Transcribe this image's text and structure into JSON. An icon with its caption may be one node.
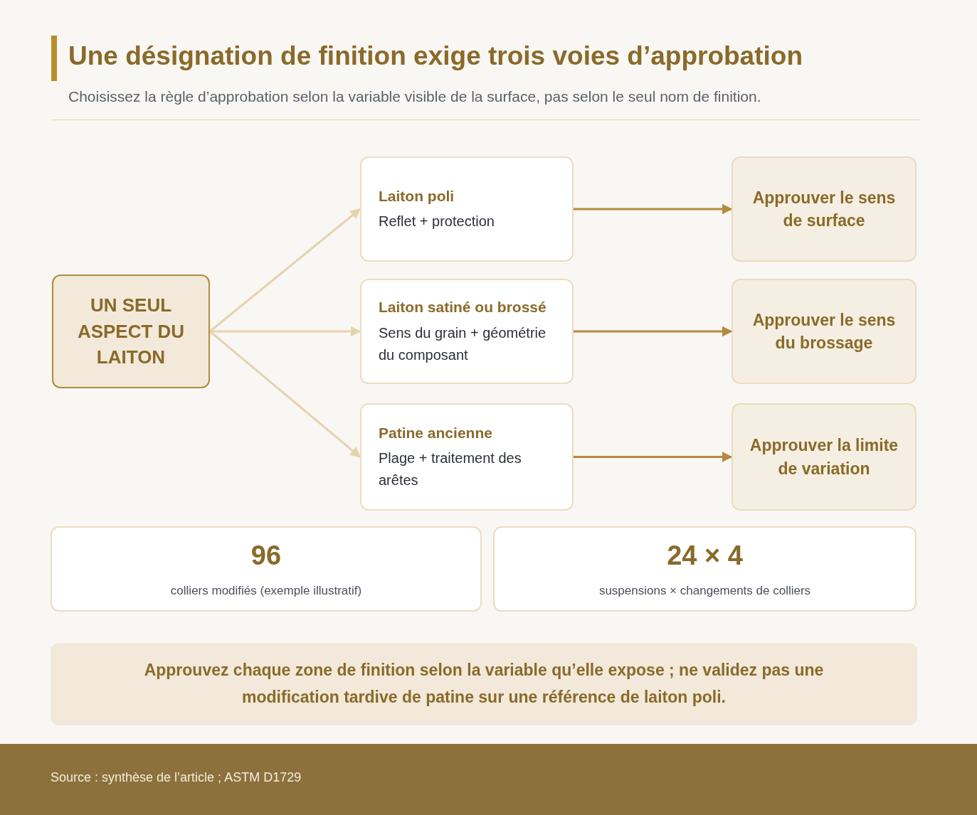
{
  "diagram": {
    "title": "Une désignation de finition exige trois voies d’approbation",
    "nodes": [
      {
        "text": [
          "UN SEUL ASPECT DU LAITON"
        ]
      },
      {
        "text": [
          "Laiton poli",
          "Reflet + protection"
        ]
      },
      {
        "text": [
          "Laiton satiné ou brossé",
          "Sens du grain + géométrie du composant"
        ]
      },
      {
        "text": [
          "Patine ancienne",
          "Plage + traitement des arêtes"
        ]
      },
      {
        "text": [
          "Approuver le sens de surface"
        ]
      },
      {
        "text": [
          "Approuver le sens du brossage"
        ]
      },
      {
        "text": [
          "Approuver la limite de variation"
        ]
      },
      {
        "text": [
          "96",
          "colliers modifiés (exemple illustratif)"
        ]
      },
      {
        "text": [
          "24 × 4",
          "suspensions × changements de colliers"
        ]
      },
      {
        "text": [
          "Approuvez chaque zone de finition selon la variable qu’elle expose ; ne validez pas une modification tardive de patine sur une référence de laiton poli."
        ]
      }
    ],
    "edges": [
      {
        "from": 0,
        "to": 1,
        "arrow": "to",
        "color": "#e6d3ae"
      },
      {
        "from": 0,
        "to": 2,
        "arrow": "to",
        "color": "#e6d3ae"
      },
      {
        "from": 0,
        "to": 3,
        "arrow": "to",
        "color": "#e6d3ae"
      },
      {
        "from": 1,
        "to": 4,
        "arrow": "to",
        "color": "#b48a3c"
      },
      {
        "from": 2,
        "to": 5,
        "arrow": "to",
        "color": "#b48a3c"
      },
      {
        "from": 3,
        "to": 6,
        "arrow": "to",
        "color": "#b48a3c"
      }
    ],
    "labels": [
      "Choisissez la règle d’approbation selon la variable visible de la surface, pas selon le seul nom de finition.",
      "Source : synthèse de l’article ; ASTM D1729"
    ]
  }
}
